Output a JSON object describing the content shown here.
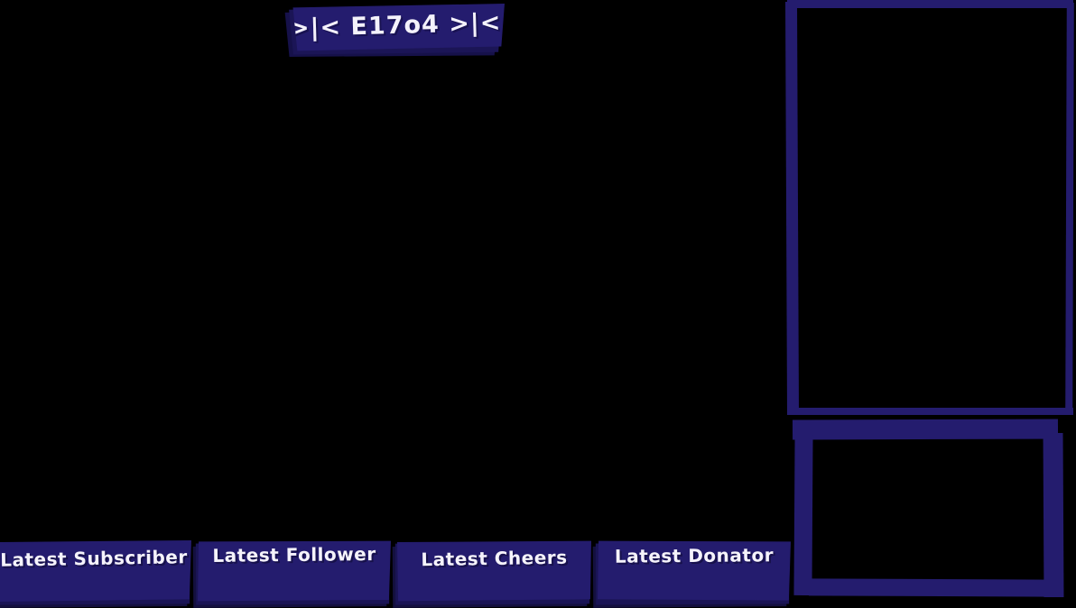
{
  "overlay": {
    "title": ">|< E17o4 >|<",
    "background_color": "#000000",
    "accent_color": "#241c6e",
    "text_color": "#f4f2fb"
  },
  "panels": [
    {
      "id": "latest-subscriber",
      "label": "Latest Subscriber",
      "value": ""
    },
    {
      "id": "latest-follower",
      "label": "Latest Follower",
      "value": ""
    },
    {
      "id": "latest-cheers",
      "label": "Latest Cheers",
      "value": ""
    },
    {
      "id": "latest-donator",
      "label": "Latest Donator",
      "value": ""
    }
  ],
  "frames": {
    "camera": {
      "name": "camera-frame",
      "content": ""
    },
    "secondary": {
      "name": "secondary-frame",
      "content": ""
    }
  }
}
